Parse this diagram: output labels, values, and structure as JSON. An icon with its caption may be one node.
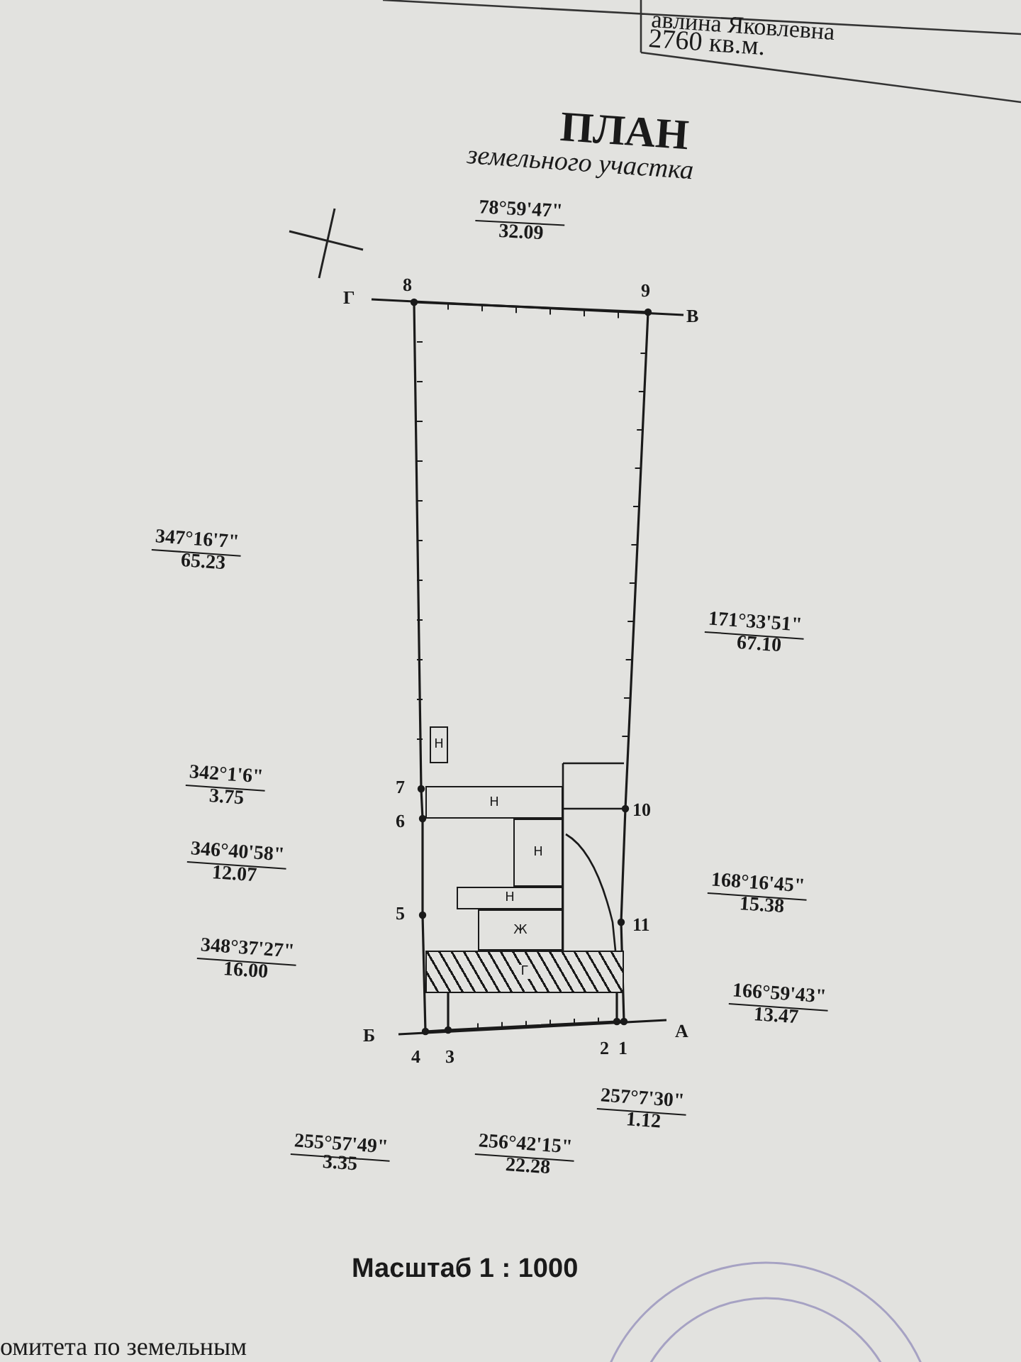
{
  "diagram": {
    "title": "ПЛАН",
    "nodes": [
      {
        "text": [
          "Н"
        ]
      },
      {
        "text": [
          "Н"
        ]
      },
      {
        "text": [
          "Н"
        ]
      },
      {
        "text": [
          "Н"
        ]
      },
      {
        "text": [
          "Ж"
        ]
      },
      {
        "text": [
          "Г"
        ]
      }
    ],
    "edges": [],
    "labels": [
      "авлина Яковлевна",
      "2760 кв.м.",
      "земельного участка",
      "78°59'47\"",
      "32.09",
      "Г",
      "8",
      "9",
      "В",
      "347°16'7\"",
      "65.23",
      "171°33'51\"",
      "67.10",
      "342°1'6\"",
      "3.75",
      "7",
      "6",
      "10",
      "346°40'58\"",
      "12.07",
      "168°16'45\"",
      "15.38",
      "5",
      "11",
      "348°37'27\"",
      "16.00",
      "166°59'43\"",
      "13.47",
      "Б",
      "А",
      "4",
      "3",
      "2",
      "1",
      "257°7'30\"",
      "1.12",
      "255°57'49\"",
      "3.35",
      "256°42'15\"",
      "22.28",
      "Масштаб 1 : 1000",
      "омитета по земельным"
    ]
  }
}
